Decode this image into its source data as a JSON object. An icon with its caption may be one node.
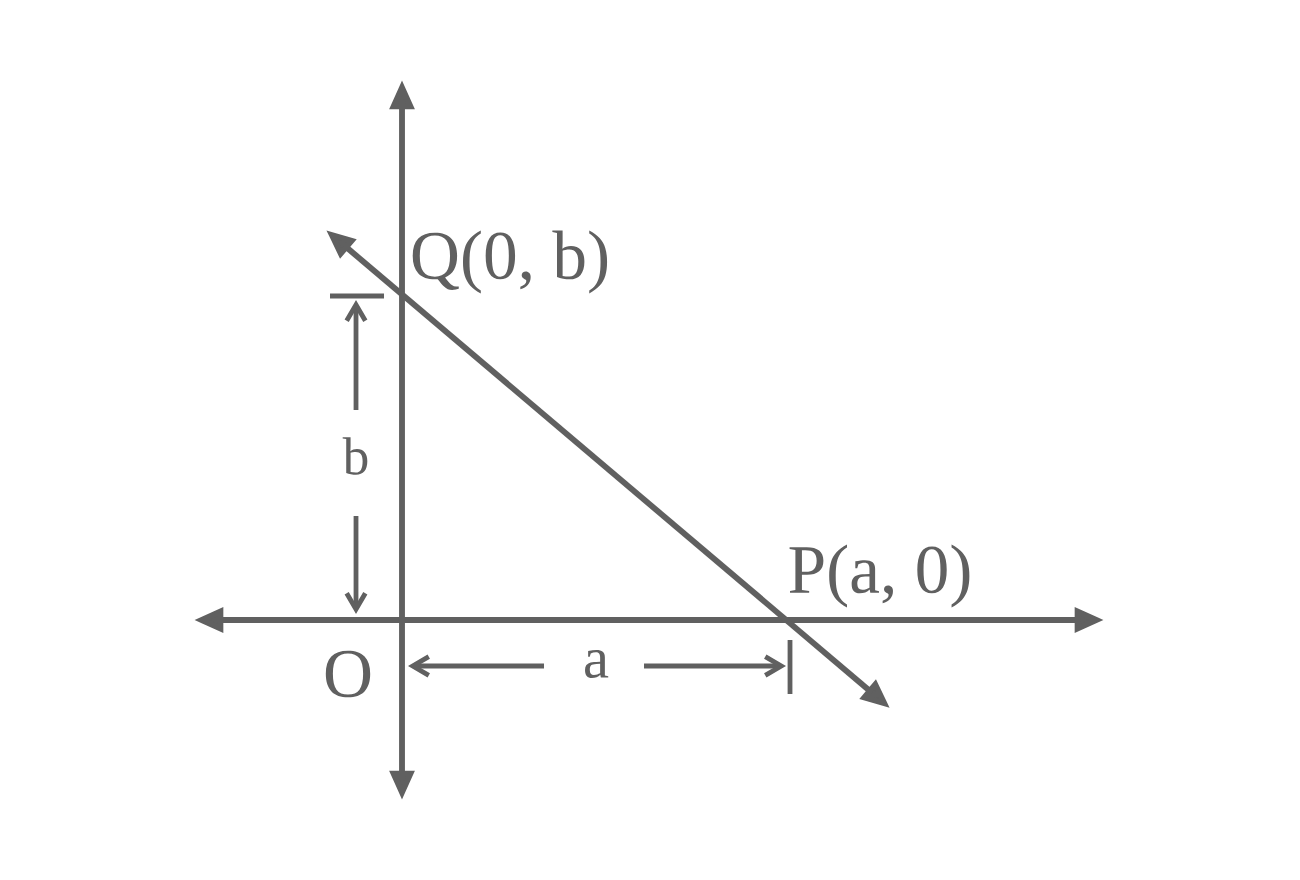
{
  "diagram": {
    "labels": [
      "Q(0, b)",
      "b",
      "P(a, 0)",
      "O",
      "a"
    ]
  }
}
